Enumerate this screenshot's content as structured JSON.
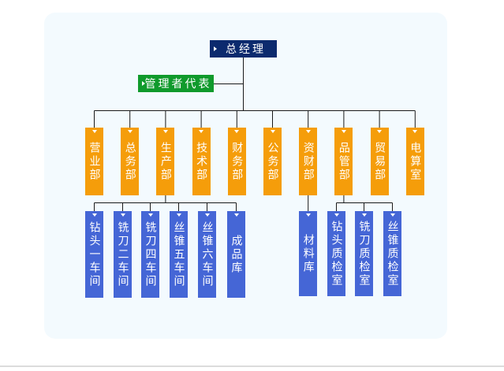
{
  "org": {
    "ceo": "总经理",
    "management_representative": "管理者代表",
    "departments": [
      "营业部",
      "总务部",
      "生产部",
      "技术部",
      "财务部",
      "公务部",
      "资财部",
      "品管部",
      "贸易部",
      "电算室"
    ],
    "production_units": [
      "钻头一车间",
      "铣刀二车间",
      "铣刀四车间",
      "丝锥五车间",
      "丝锥六车间",
      "成品库"
    ],
    "materials_units": [
      "材料库"
    ],
    "quality_units": [
      "钻头质检室",
      "铣刀质检室",
      "丝锥质检室"
    ]
  },
  "colors": {
    "ceo": "#0c2a6e",
    "management_representative": "#109a2c",
    "department": "#f59d0a",
    "unit": "#4566d6",
    "line": "#1a1a1a"
  }
}
